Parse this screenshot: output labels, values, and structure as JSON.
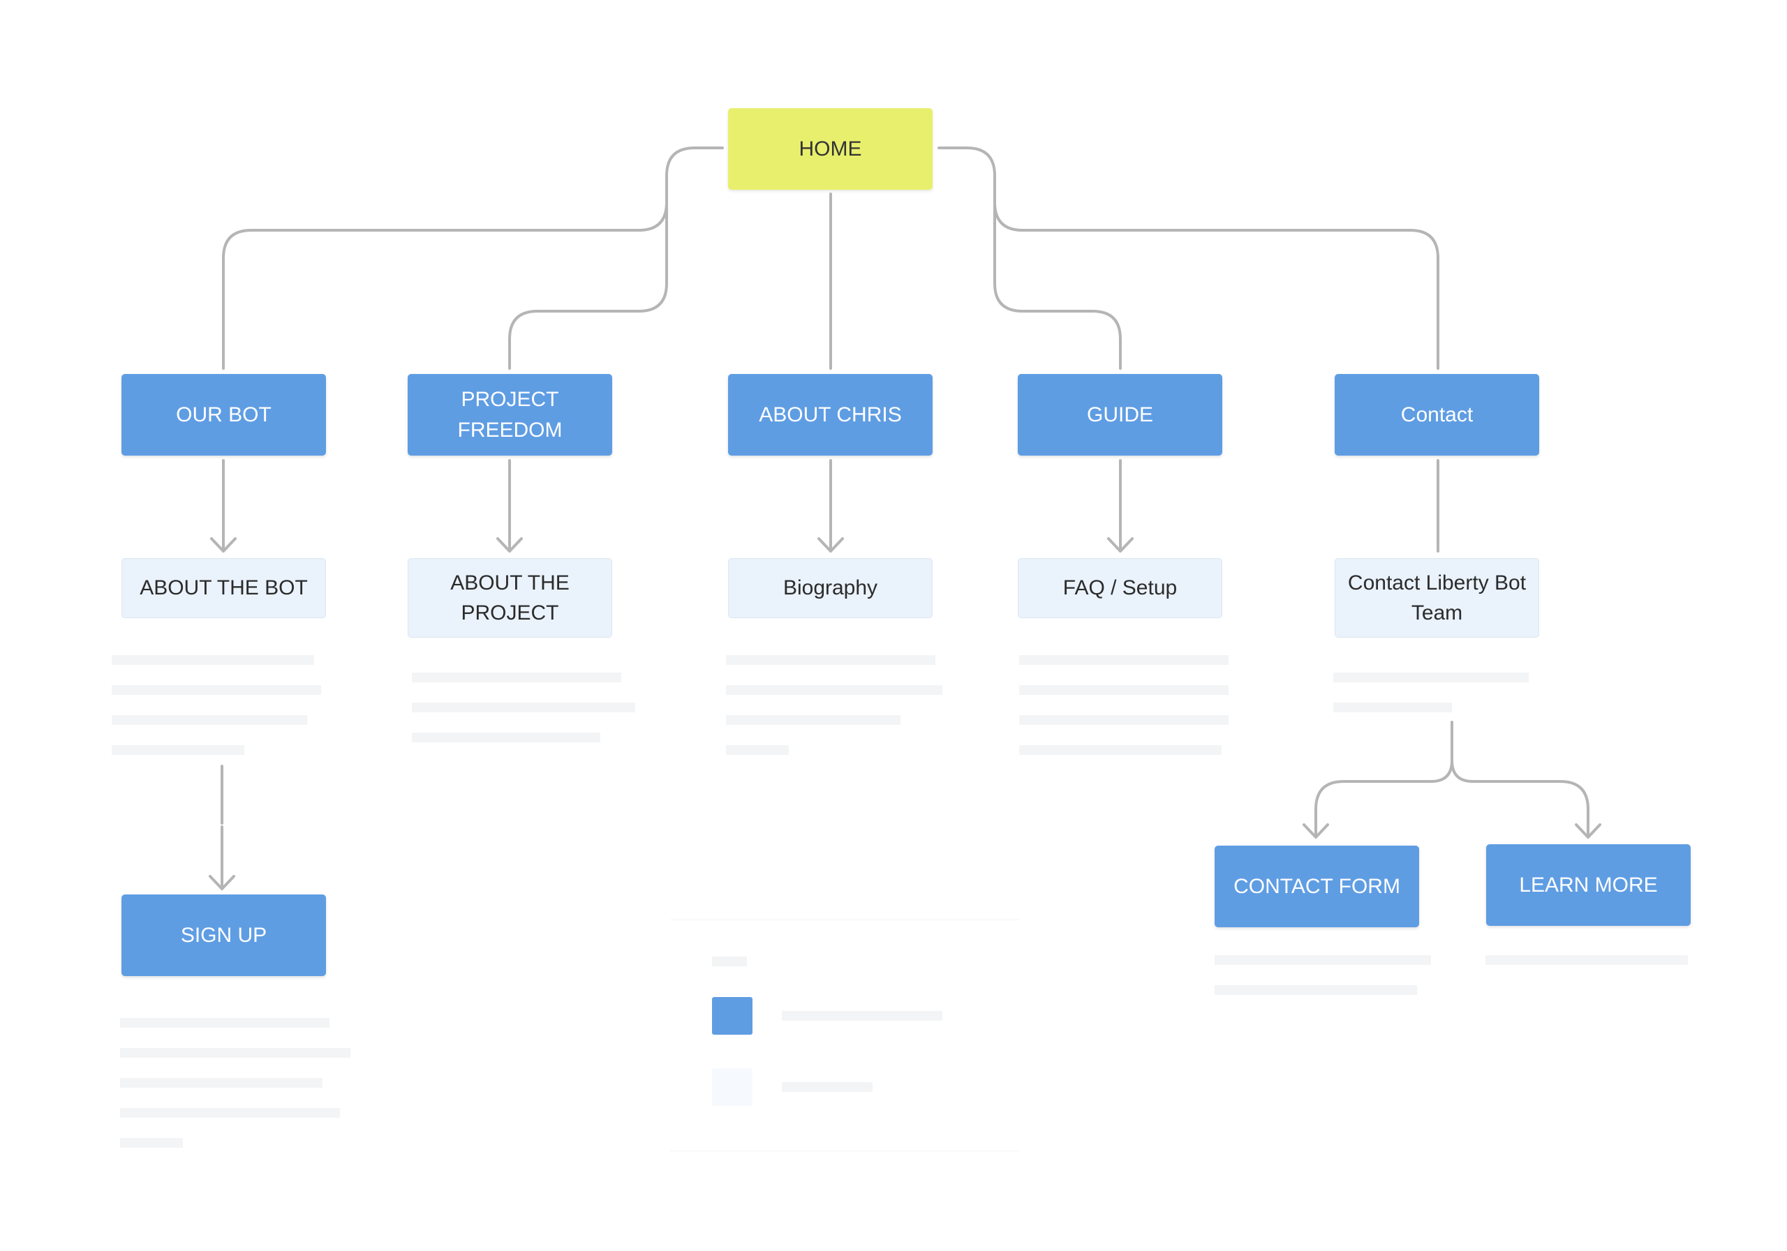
{
  "colors": {
    "primary": "#5f9de3",
    "home": "#e8ef6d",
    "sub": "#eaf2fb",
    "connector": "#b5b5b5"
  },
  "nodes": {
    "home": "HOME",
    "our_bot": "OUR BOT",
    "project_freedom": "PROJECT FREEDOM",
    "about_chris": "ABOUT CHRIS",
    "guide": "GUIDE",
    "contact": "Contact",
    "about_the_bot": "ABOUT THE BOT",
    "about_the_project": "ABOUT THE\nPROJECT",
    "biography": "Biography",
    "faq_setup": "FAQ / Setup",
    "contact_team": "Contact Liberty Bot\nTeam",
    "sign_up": "SIGN UP",
    "contact_form": "CONTACT FORM",
    "learn_more": "LEARN MORE"
  },
  "legend": {
    "icons": [
      "blue-square",
      "light-blue-square"
    ]
  }
}
